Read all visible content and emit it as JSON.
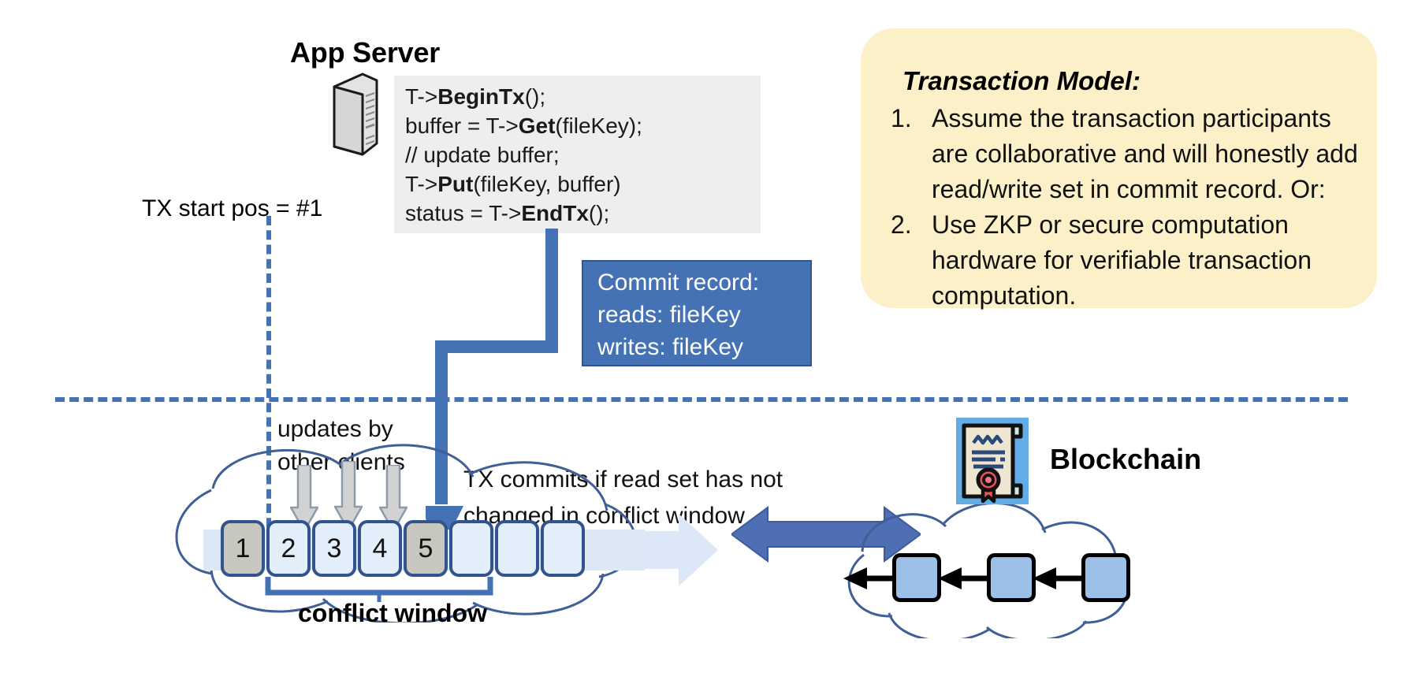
{
  "app_server": {
    "title": "App Server",
    "icon": "server-icon",
    "code_lines": [
      [
        {
          "t": "T->",
          "b": false
        },
        {
          "t": "BeginTx",
          "b": true
        },
        {
          "t": "();",
          "b": false
        }
      ],
      [
        {
          "t": "buffer = T->",
          "b": false
        },
        {
          "t": "Get",
          "b": true
        },
        {
          "t": "(fileKey);",
          "b": false
        }
      ],
      [
        {
          "t": "// update buffer;",
          "b": false
        }
      ],
      [
        {
          "t": "T->",
          "b": false
        },
        {
          "t": "Put",
          "b": true
        },
        {
          "t": "(fileKey, buffer)",
          "b": false
        }
      ],
      [
        {
          "t": "status = T->",
          "b": false
        },
        {
          "t": "EndTx",
          "b": true
        },
        {
          "t": "();",
          "b": false
        }
      ]
    ]
  },
  "tx_start": {
    "label": "TX start pos = #1"
  },
  "transaction_model": {
    "title": "Transaction Model:",
    "items": [
      {
        "num": "1.",
        "text": "Assume the transaction participants are collaborative and will honestly add read/write set in commit record.  Or:"
      },
      {
        "num": "2.",
        "text": "Use ZKP or secure computation hardware for verifiable transaction computation."
      }
    ]
  },
  "commit_record": {
    "lines": [
      "Commit record:",
      "reads: fileKey",
      "writes: fileKey"
    ]
  },
  "log": {
    "updates_label_line1": "updates by",
    "updates_label_line2": "other clients",
    "commits_label_line1": "TX commits if read set has not",
    "commits_label_line2": "changed in conflict window",
    "entries": [
      {
        "value": "1",
        "highlight": true
      },
      {
        "value": "2",
        "highlight": false
      },
      {
        "value": "3",
        "highlight": false
      },
      {
        "value": "4",
        "highlight": false
      },
      {
        "value": "5",
        "highlight": true
      },
      {
        "value": "",
        "highlight": false
      },
      {
        "value": "",
        "highlight": false
      },
      {
        "value": "",
        "highlight": false
      }
    ],
    "conflict_window_label": "conflict window"
  },
  "blockchain": {
    "label": "Blockchain",
    "icon": "contract-certificate-icon",
    "block_count": 3
  },
  "colors": {
    "accent_blue": "#4472b4",
    "dark_blue_border": "#33538c",
    "callout_yellow": "#fcf0c8",
    "code_bg": "#eeeeee",
    "log_cell_fill": "#e3eefb",
    "log_cell_highlight": "#c7c7c0",
    "chain_block_fill": "#9dc0e8",
    "cloud_stroke": "#3f5f96"
  }
}
